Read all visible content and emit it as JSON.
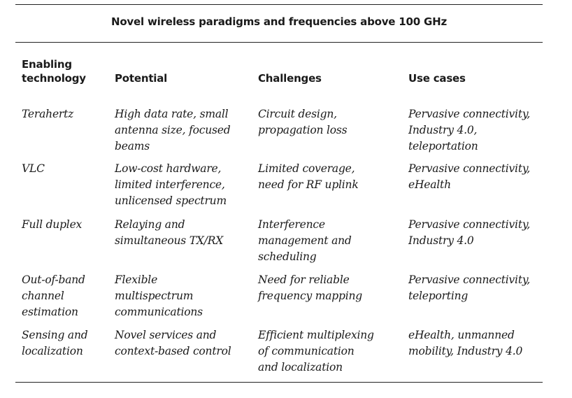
{
  "table": {
    "title": "Novel wireless paradigms and frequencies above 100 GHz",
    "headers": [
      "Enabling\ntechnology",
      "Potential",
      "Challenges",
      "Use cases"
    ],
    "rows": [
      {
        "technology": "Terahertz",
        "potential": "High data rate, small\nantenna size, focused\nbeams",
        "challenges": "Circuit design,\npropagation loss",
        "use_cases": "Pervasive connectivity,\nIndustry 4.0,\nteleportation"
      },
      {
        "technology": "VLC",
        "potential": "Low-cost hardware,\nlimited interference,\nunlicensed spectrum",
        "challenges": "Limited coverage,\nneed for RF uplink",
        "use_cases": "Pervasive connectivity,\neHealth"
      },
      {
        "technology": "Full duplex",
        "potential": "Relaying and\nsimultaneous TX/RX",
        "challenges": "Interference\nmanagement and\nscheduling",
        "use_cases": "Pervasive connectivity,\nIndustry 4.0"
      },
      {
        "technology": "Out-of-band\nchannel\nestimation",
        "potential": "Flexible\nmultispectrum\ncommunications",
        "challenges": "Need for reliable\nfrequency mapping",
        "use_cases": "Pervasive connectivity,\nteleporting"
      },
      {
        "technology": "Sensing and\nlocalization",
        "potential": "Novel services and\ncontext-based control",
        "challenges": "Efficient multiplexing\nof communication\nand localization",
        "use_cases": "eHealth, unmanned\nmobility, Industry 4.0"
      }
    ]
  }
}
